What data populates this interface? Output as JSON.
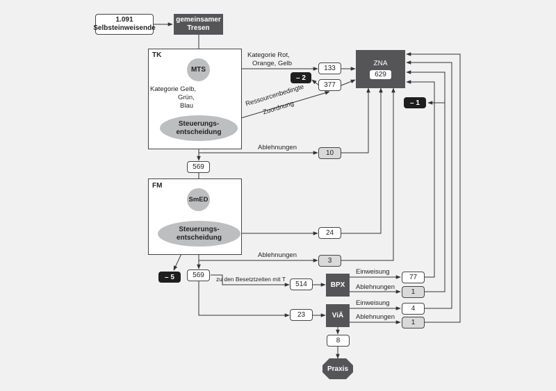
{
  "self_referrals": {
    "count": "1.091",
    "label": "Selbsteinweisende"
  },
  "tresen": "gemeinsamer Tresen",
  "tk": {
    "title": "TK",
    "mts": "MTS",
    "steuerung": "Steuerungs-entscheidung"
  },
  "fm": {
    "title": "FM",
    "smed": "SmED",
    "steuerung": "Steuerungs-entscheidung"
  },
  "labels": {
    "kategorie_rot_line1": "Kategorie Rot,",
    "kategorie_rot_line2": "Orange, Gelb",
    "kategorie_gelb_line1": "Kategorie Gelb,",
    "kategorie_gelb_line2": "Grün,",
    "kategorie_gelb_line3": "Blau",
    "ressourcen_line1": "Ressourcenbedingte",
    "ressourcen_line2": "Zuordnung",
    "ablehnungen_1": "Ablehnungen",
    "ablehnungen_2": "Ablehnungen",
    "besetztzeiten": "zu den Besetztzeiten mit T",
    "einweisung_bpx": "Einweisung",
    "ablehnungen_bpx": "Ablehnungen",
    "einweisung_via": "Einweisung",
    "ablehnungen_via": "Ablehnungen"
  },
  "values": {
    "v133": "133",
    "v377": "377",
    "v10": "10",
    "v569a": "569",
    "v24": "24",
    "v3": "3",
    "v569b": "569",
    "v514": "514",
    "v23": "23",
    "v77": "77",
    "v1a": "1",
    "v4": "4",
    "v1b": "1",
    "v8": "8",
    "neg2": "– 2",
    "neg1": "– 1",
    "neg5": "– 5"
  },
  "zna": {
    "label": "ZNA",
    "count": "629"
  },
  "bpx": "BPX",
  "via": "ViÄ",
  "praxis": "Praxis",
  "colors": {
    "background": "#f1f1f2",
    "dark_box": "#1e1e1f",
    "slate_box": "#555557",
    "grey_box": "#d9d9da",
    "ellipse": "#bdbec0"
  }
}
